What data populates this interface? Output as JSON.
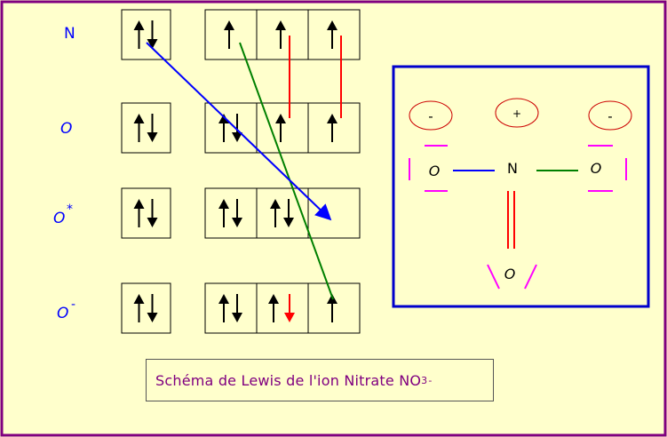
{
  "rows": [
    {
      "label": "N",
      "sup": "",
      "core": "pair",
      "valence": [
        "up",
        "up",
        "up"
      ]
    },
    {
      "label": "O",
      "sup": "",
      "core": "pair",
      "valence": [
        "pair",
        "up",
        "up"
      ]
    },
    {
      "label": "O",
      "sup": "*",
      "core": "pair",
      "valence": [
        "pair",
        "pair",
        "empty"
      ]
    },
    {
      "label": "O",
      "sup": "-",
      "core": "pair",
      "valence": [
        "pair",
        "up-down-red",
        "up"
      ]
    }
  ],
  "lewis": {
    "charges": [
      "-",
      "+",
      "-"
    ],
    "atoms": {
      "left": "O",
      "center": "N",
      "right": "O",
      "bottom": "O"
    }
  },
  "caption": {
    "text": "Schéma de Lewis de l'ion Nitrate NO",
    "sub": "3",
    "sup": "-"
  },
  "colors": {
    "background": "#ffffcc",
    "frame": "#800080",
    "label": "#0000ff",
    "lewis_box": "#0000cc",
    "blue_bond": "#0000ff",
    "green_bond": "#008000",
    "red_bond": "#ff0000",
    "lone_pair": "#ff00ff",
    "charge_circle": "#cc0000"
  }
}
